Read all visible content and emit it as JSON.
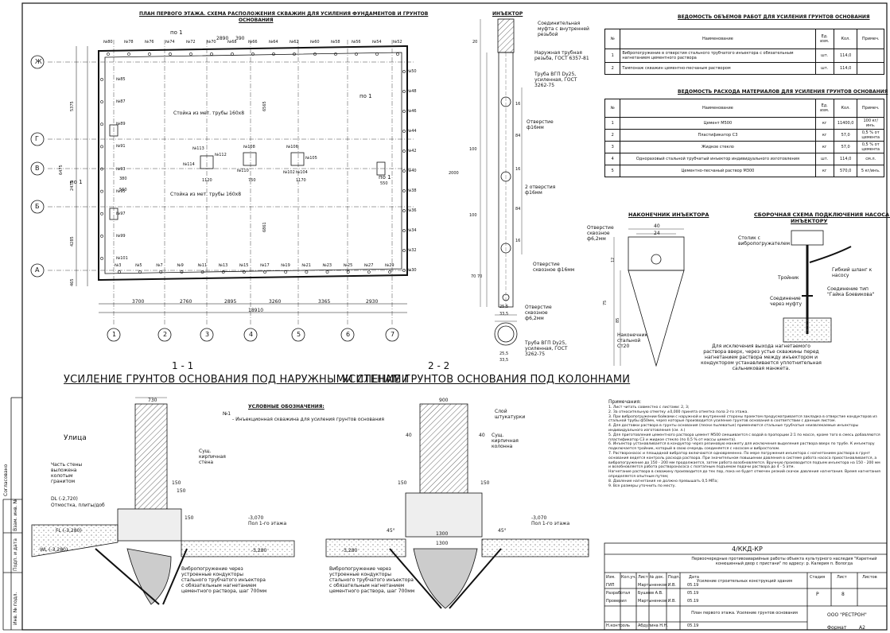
{
  "plan": {
    "title_line1": "ПЛАН ПЕРВОГО ЭТАЖА. СХЕМА РАСПОЛОЖЕНИЯ СКВАЖИН ДЛЯ УСИЛЕНИЯ ФУНДАМЕНТОВ И ГРУНТОВ",
    "title_line2": "ОСНОВАНИЯ",
    "row_axes": [
      "Ж",
      "Г",
      "В",
      "Б",
      "А"
    ],
    "col_axes": [
      "1",
      "2",
      "3",
      "4",
      "5",
      "6",
      "7"
    ],
    "bottom_dims": [
      "3700",
      "2760",
      "2895",
      "3260",
      "3365",
      "2930"
    ],
    "total_dim": "18910",
    "left_dims": [
      "5375",
      "6475",
      "2475",
      "4285",
      "465"
    ],
    "note_stoika1": "Стойка из мет. трубы 160х8",
    "note_stoika2": "Стойка из мет. трубы 160х8",
    "section_marks": [
      "по 1",
      "по 1",
      "по 1",
      "по 1"
    ],
    "top_dims": [
      "2890",
      "390"
    ],
    "interior_dims": [
      "6565",
      "6861"
    ],
    "well_labels_top": [
      "№80",
      "№78",
      "№76",
      "№74",
      "№72",
      "№70",
      "№68",
      "№66",
      "№64",
      "№62",
      "№60",
      "№58",
      "№56",
      "№54",
      "№52"
    ],
    "well_labels_bottom": [
      "№3",
      "№5",
      "№7",
      "№9",
      "№11",
      "№13",
      "№15",
      "№17",
      "№19",
      "№21",
      "№23",
      "№25",
      "№27",
      "№29"
    ],
    "well_labels_right": [
      "№50",
      "№48",
      "№46",
      "№44",
      "№42",
      "№40",
      "№38",
      "№36",
      "№34",
      "№32",
      "№30"
    ],
    "well_labels_left": [
      "№85",
      "№87",
      "№89",
      "№91",
      "№93",
      "№95",
      "№97",
      "№99",
      "№101"
    ],
    "column_labels": [
      "№113",
      "№112",
      "№114",
      "№110",
      "№108",
      "№106",
      "№105",
      "№104",
      "№102"
    ],
    "col_dims": [
      "1120",
      "750",
      "1170",
      "550",
      "380",
      "560"
    ]
  },
  "injector": {
    "title": "ИНЪЕКТОР",
    "labels": [
      "Соединительная муфта с внутренней резьбой",
      "Наружная трубная резьба, ГОСТ 6357-81",
      "Труба ВГП Dy25, усиленная, ГОСТ 3262-75",
      "Отверстие ф16мм",
      "2 отверстия ф16мм",
      "Отверстие сквозное ф16мм",
      "Отверстие сквозное ф6,2мм",
      "Труба ВГП Dy25, усиленная, ГОСТ 3262-75"
    ],
    "dims": [
      "20",
      "16",
      "84",
      "100",
      "2000",
      "16",
      "84",
      "100",
      "16",
      "70",
      "70",
      "25,5",
      "33,5",
      "25,5",
      "33,5"
    ]
  },
  "tip": {
    "title": "НАКОНЕЧНИК ИНЪЕКТОРА",
    "labels": [
      "Отверстие сквозное ф6,2мм",
      "Наконечник стальной Ст20"
    ],
    "dims": [
      "40",
      "24",
      "12",
      "85",
      "75"
    ]
  },
  "pump": {
    "title_line1": "СБОРОЧНАЯ СХЕМА ПОДКЛЮЧЕНИЯ НАСОСА К",
    "title_line2": "ИНЪЕКТОРУ",
    "labels": [
      "Столик с вибропогружателем",
      "Гибкий шланг к насосу",
      "Тройник",
      "Соединение тип \"Гайка Боевикова\"",
      "Соединение через муфту"
    ],
    "note": "Для исключения выхода нагнетаемого раствора вверх, через устье скважины перед нагнетанием раствора между инъектором и кондуктором устанавливается уплотнительная сальниковая манжета."
  },
  "table1": {
    "title": "ВЕДОМОСТЬ ОБЪЕМОВ РАБОТ ДЛЯ УСИЛЕНИЯ ГРУНТОВ ОСНОВАНИЯ",
    "headers": [
      "№",
      "Наименование",
      "Ед. изм.",
      "Кол.",
      "Примеч."
    ],
    "rows": [
      [
        "1",
        "Вибропогружение в отверстия стального трубчатого инъектора с обязательным нагнетанием цементного раствора",
        "шт.",
        "114,0",
        ""
      ],
      [
        "2",
        "Тампонаж скважин цементно-песчаным раствором",
        "шт.",
        "114,0",
        ""
      ]
    ]
  },
  "table2": {
    "title": "ВЕДОМОСТЬ РАСХОДА МАТЕРИАЛОВ ДЛЯ УСИЛЕНИЯ ГРУНТОВ ОСНОВАНИЯ",
    "headers": [
      "№",
      "Наименование",
      "Ед. изм.",
      "Кол.",
      "Примеч."
    ],
    "rows": [
      [
        "1",
        "Цемент М500",
        "кг",
        "11400,0",
        "100 кг/инъ."
      ],
      [
        "2",
        "Пластификатор С3",
        "кг",
        "57,0",
        "0,5 % от цемента"
      ],
      [
        "3",
        "Жидкое стекло",
        "кг",
        "57,0",
        "0,5 % от цемента"
      ],
      [
        "4",
        "Одноразовый стальной трубчатый инъектор индивидуального изготовления",
        "шт.",
        "114,0",
        "см.л."
      ],
      [
        "5",
        "Цементно-песчаный раствор М300",
        "кг",
        "570,0",
        "5 кг/инъ."
      ]
    ]
  },
  "section1": {
    "mark": "1 - 1",
    "title": "УСИЛЕНИЕ ГРУНТОВ ОСНОВАНИЯ ПОД НАРУЖНЫМИ СТЕНАМИ",
    "street": "Улица",
    "legend_title": "УСЛОВНЫЕ ОБОЗНАЧЕНИЯ:",
    "legend_mark": "№1",
    "legend_text": "- Инъекционная скважина для усиления грунтов основания",
    "labels": [
      "Сущ. кирпичная стена",
      "Часть стены выложена колотым гранитом",
      "Отмостка, плиты/доб",
      "Пол 1-го этажа",
      "Вибропогружение через устроенные кондукторы стального трубчатого инъектора с обязательным нагнетанием цементного раствора, шаг 700мм"
    ],
    "dims": [
      "730",
      "150",
      "150",
      "150"
    ],
    "levels": [
      "DL (-2,720)",
      "FL (-3,280)",
      "WL (-3,280)",
      "-3,070",
      "-3,280"
    ]
  },
  "section2": {
    "mark": "2 - 2",
    "title": "УСИЛЕНИЕ ГРУНТОВ ОСНОВАНИЯ ПОД КОЛОННАМИ",
    "labels": [
      "Слой штукатурки",
      "Сущ. кирпичная колонна",
      "Пол 1-го этажа",
      "Вибропогружение через устроенные кондукторы стального трубчатого инъектора с обязательным нагнетанием цементного раствора, шаг 700мм"
    ],
    "dims": [
      "900",
      "40",
      "40",
      "150",
      "150",
      "1300",
      "1300",
      "45°",
      "45°"
    ],
    "levels": [
      "-3,070",
      "-3,280"
    ]
  },
  "notes": {
    "title": "Примечания:",
    "items": [
      "1. Лист читать совместно с листами: 2, 3;",
      "2. За относительную отметку ±0,000 принята отметка пола 2-го этажа.",
      "3. При вибропогружении бойками с наружной и внутренней стороны проектом предусматривается закладка в отверстие кондукторов из стальной трубы ф50мм, через которые производится усиление грунтов основания в соответствии с данным листом.",
      "4. Для доставки раствора в грунты основания (пески пылеватые) применяются стальные трубчатые неизвлекаемые инъекторы индивидуального изготовления (см. л.)",
      "5. Для приготовления цементного раствора цемент М500 смешивается с водой в пропорции 2:1 по массе, кроме того в смесь добавляются пластификатор С3 и жидкое стекло (по 0,5 % от массы цемента).",
      "6. Инъектор устанавливается в кондуктор через резиновую манжету для исключения выделения раствора вверх по трубе. К инъектору подключается тройник, который в свою очередь соединяется с насосом и вибростолом.",
      "7. Растворонасос и площадной вибратор включаются одновременно. По мере погружения инъектора с нагнетанием раствора в грунт основания ведется контроль расхода раствора. При значительном повышении давления в системе работа насоса приостанавливается, а вибропогружение до 150 - 200 мм продолжается, затем работа возобновляется. Вручную производится подъем инъектора на 150 - 200 мм и возобновляется работа растворонасоса с поэтапным подъемом подачи раствора до 4 - 5 атм.",
      "Нагнетание раствора в скважину производится до тех пор, пока не будет отмечен резкий скачок давления нагнетания. Время нагнетания определяется опытным путем;",
      "8. Давление нагнетания не должно превышать 0,5 МПа;",
      "9. Все размеры уточнить по месту."
    ]
  },
  "stamp": {
    "code": "4/ККД-КР",
    "project": "Первоочередные противоаварийные работы объекта культурного наследия \"Каретный конюшенный двор с пристани\" по адресу: р. Калерия п. Вологда",
    "sheet_title": "Усиление строительных конструкций здания",
    "drawing_title": "План первого этажа. Усиление грунтов основания",
    "org": "ООО \"РЕСТРОН\"",
    "headers": [
      "Изм.",
      "Кол.уч.",
      "Лист",
      "№ док.",
      "Подп.",
      "Дата"
    ],
    "roles": [
      "ГИП",
      "Разработал",
      "Проверил",
      "Н.контроль"
    ],
    "names": [
      "Мартыненков И.В.",
      "Бушеев А.В.",
      "Мартыненков И.В.",
      "Абдулина Н.Н."
    ],
    "dates": [
      "05.19",
      "05.19",
      "05.19",
      "05.19"
    ],
    "stage_headers": [
      "Стадия",
      "Лист",
      "Листов"
    ],
    "stage": "Р",
    "sheet_no": "8",
    "sheets": "",
    "format_label": "Формат",
    "format": "А2"
  },
  "side": {
    "labels": [
      "Согласовано",
      "Взам. инв. №",
      "Подп. и дата",
      "Инв. № подл."
    ]
  }
}
